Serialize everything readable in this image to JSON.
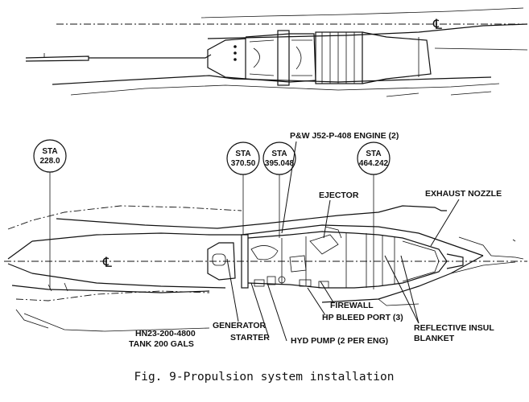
{
  "stations": [
    {
      "id": "sta-228",
      "label": "STA",
      "value": "228.0"
    },
    {
      "id": "sta-370",
      "label": "STA",
      "value": "370.50"
    },
    {
      "id": "sta-395",
      "label": "STA",
      "value": "395.048"
    },
    {
      "id": "sta-464",
      "label": "STA",
      "value": "464.242"
    }
  ],
  "centerline_symbol": "℄",
  "callouts": {
    "engine": "P&W J52-P-408 ENGINE (2)",
    "ejector": "EJECTOR",
    "exhaust_nozzle": "EXHAUST NOZZLE",
    "firewall": "FIREWALL",
    "hp_bleed_port": "HP BLEED PORT (3)",
    "reflective_insul_1": "REFLECTIVE INSUL",
    "reflective_insul_2": "BLANKET",
    "generator": "GENERATOR",
    "starter": "STARTER",
    "hyd_pump": "HYD PUMP (2 PER ENG)",
    "tank_1": "HN23-200-4800",
    "tank_2": "TANK 200 GALS"
  },
  "caption": "Fig. 9-Propulsion system installation"
}
